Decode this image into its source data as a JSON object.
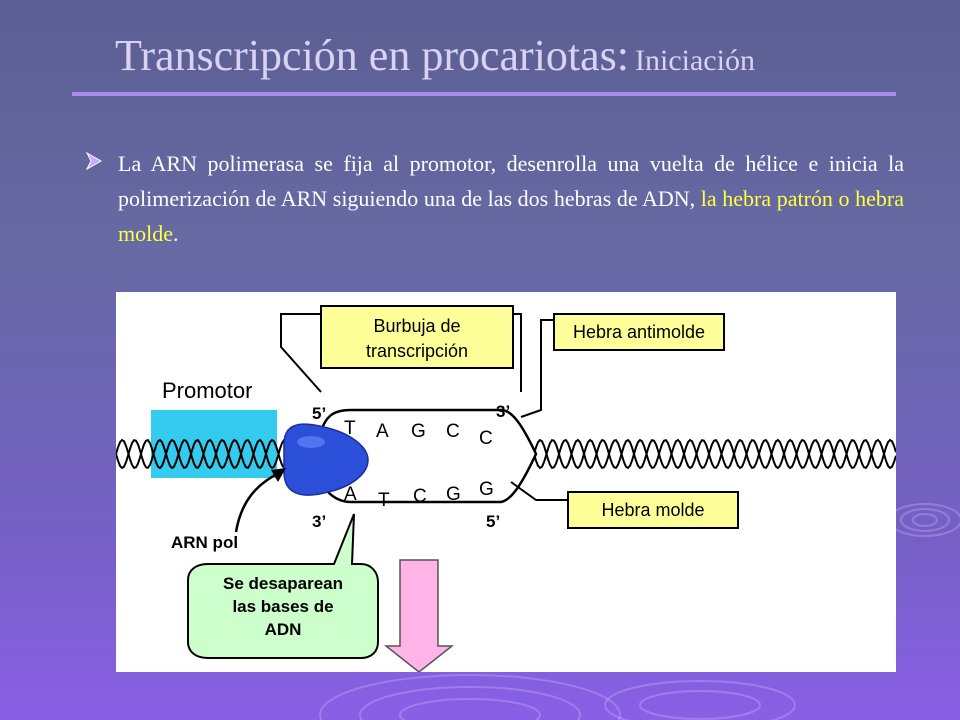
{
  "slide": {
    "title_main": "Transcripción en procariotas:",
    "title_sub": "Iniciación",
    "bullet": {
      "text_before": "La ARN polimerasa se fija al promotor, desenrolla una vuelta de hélice e inicia la polimerización de ARN siguiendo una de las dos hebras de ADN, ",
      "highlight": "la hebra patrón o hebra molde",
      "text_after": "."
    },
    "colors": {
      "highlight": "#ffff44",
      "title": "#d9d2f5",
      "rule": "#a98cf0"
    }
  },
  "diagram": {
    "label_bubble": [
      "Burbuja de",
      "transcripción"
    ],
    "label_antimolde": "Hebra antimolde",
    "label_molde": "Hebra molde",
    "label_promotor": "Promotor",
    "label_arn_pol": "ARN pol",
    "callout": [
      "Se desaparean",
      "las bases de",
      "ADN"
    ],
    "end_top_left": "5’",
    "end_top_right": "3’",
    "end_bottom_left": "3’",
    "end_bottom_right": "5’",
    "top_bases": [
      "T",
      "A",
      "G",
      "C",
      "C"
    ],
    "bottom_bases": [
      "A",
      "T",
      "C",
      "G",
      "G"
    ],
    "colors": {
      "promotor": "#33ccee",
      "polymerase": "#2b4fd9",
      "label_box": "#ffff99",
      "callout": "#ccffcc",
      "down_arrow": "#ffb3e6"
    }
  }
}
